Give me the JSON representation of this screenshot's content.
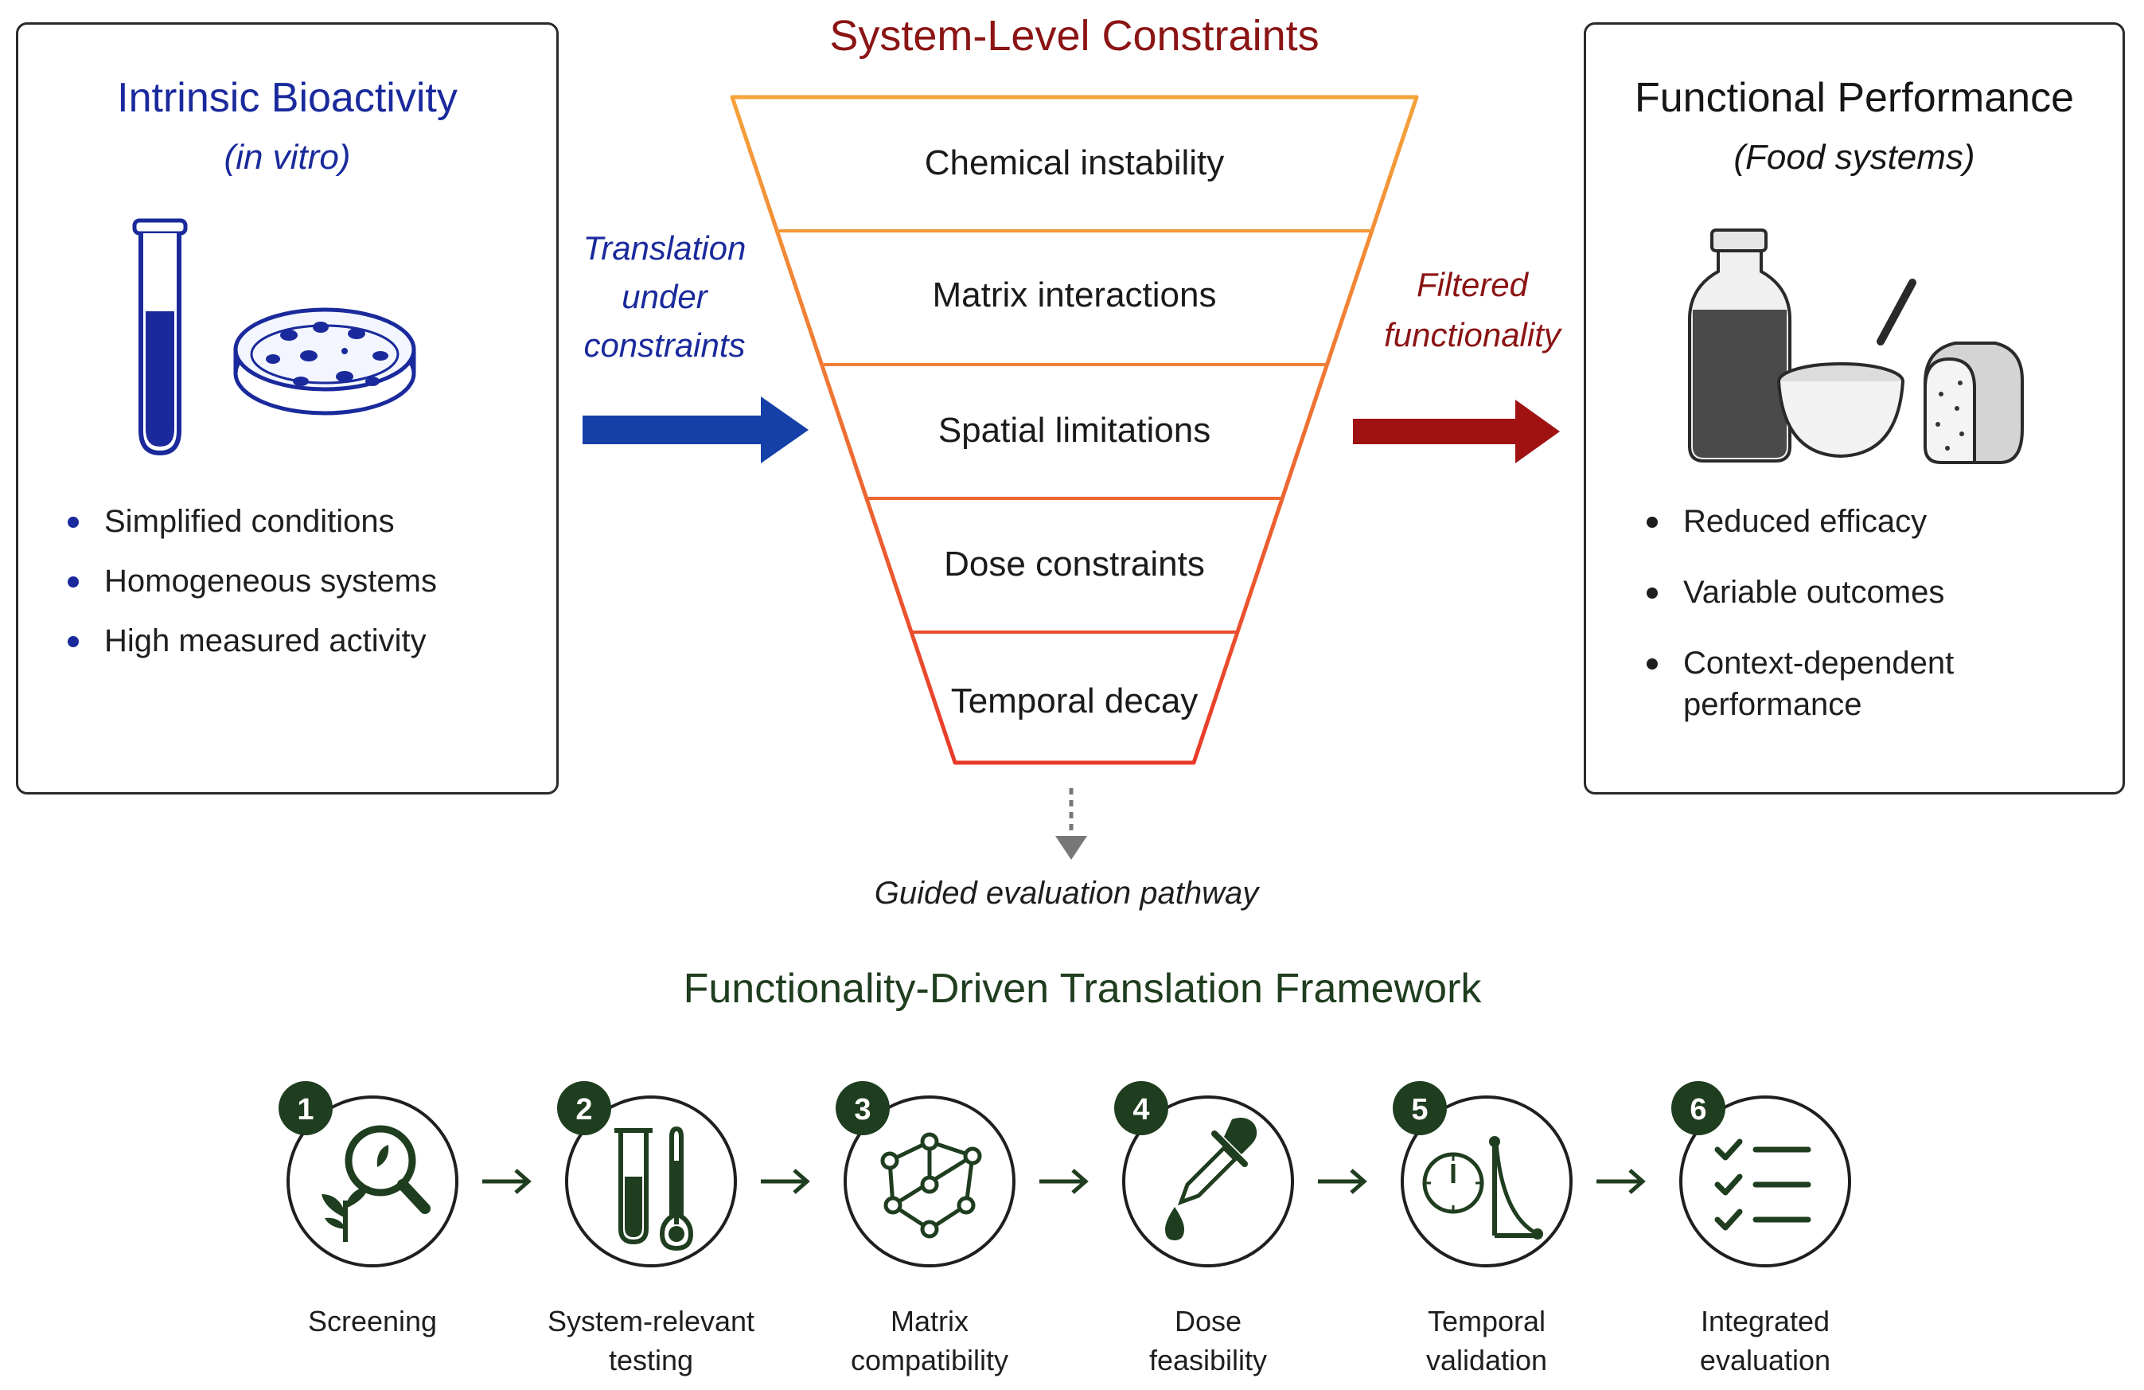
{
  "top_title": "System-Level Constraints",
  "left_panel": {
    "title": "Intrinsic Bioactivity",
    "subtitle": "(in vitro)",
    "bullets": [
      "Simplified conditions",
      "Homogeneous systems",
      "High measured activity"
    ]
  },
  "left_arrow": {
    "line1": "Translation",
    "line2": "under",
    "line3": "constraints"
  },
  "funnel": {
    "layers": [
      "Chemical instability",
      "Matrix interactions",
      "Spatial limitations",
      "Dose constraints",
      "Temporal decay"
    ]
  },
  "right_arrow": {
    "line1": "Filtered",
    "line2": "functionality"
  },
  "right_panel": {
    "title": "Functional Performance",
    "subtitle": "(Food systems)",
    "bullets": [
      "Reduced efficacy",
      "Variable outcomes",
      "Context-dependent",
      "performance"
    ]
  },
  "pathway_label": "Guided evaluation pathway",
  "framework_title": "Functionality-Driven Translation Framework",
  "steps": [
    {
      "num": "1",
      "line1": "Screening",
      "line2": ""
    },
    {
      "num": "2",
      "line1": "System-relevant",
      "line2": "testing"
    },
    {
      "num": "3",
      "line1": "Matrix",
      "line2": "compatibility"
    },
    {
      "num": "4",
      "line1": "Dose",
      "line2": "feasibility"
    },
    {
      "num": "5",
      "line1": "Temporal",
      "line2": "validation"
    },
    {
      "num": "6",
      "line1": "Integrated",
      "line2": "evaluation"
    }
  ],
  "colors": {
    "navy": "#1a2a9c",
    "dark_red": "#8b1414",
    "dark_green": "#1f3d1f",
    "funnel_orange": "#f5a33a",
    "funnel_red": "#e83a2a",
    "arrow_blue": "#1540a8",
    "arrow_red": "#a01212"
  }
}
